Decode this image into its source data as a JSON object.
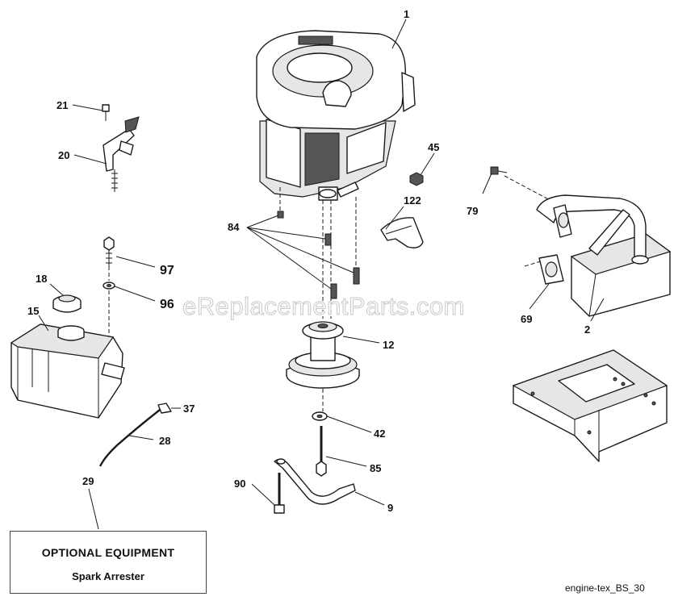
{
  "watermark": "eReplacementParts.com",
  "callouts": {
    "c1": "1",
    "c21": "21",
    "c20": "20",
    "c45": "45",
    "c122": "122",
    "c79": "79",
    "c84": "84",
    "c97": "97",
    "c18": "18",
    "c96": "96",
    "c15": "15",
    "c69": "69",
    "c2": "2",
    "c12": "12",
    "c37": "37",
    "c28": "28",
    "c42": "42",
    "c85": "85",
    "c29": "29",
    "c90": "90",
    "c9": "9"
  },
  "optional_box": {
    "title": "OPTIONAL EQUIPMENT",
    "subtitle": "Spark Arrester"
  },
  "reference_code": "engine-tex_BS_30"
}
